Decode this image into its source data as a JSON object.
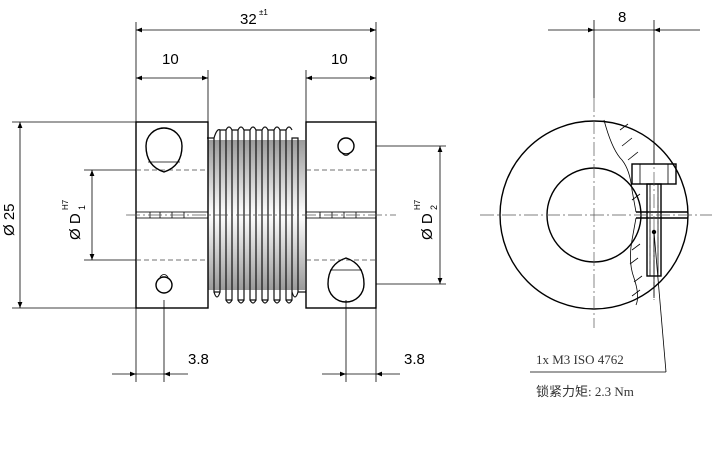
{
  "dimensions": {
    "overall_length": "32",
    "overall_tolerance": "±1",
    "hub_length_left": "10",
    "hub_length_right": "10",
    "outer_diameter": "Ø 25",
    "bore_left_symbol": "Ø D",
    "bore_left_sub": "1",
    "bore_left_fit": "H7",
    "bore_right_symbol": "Ø D",
    "bore_right_sub": "2",
    "bore_right_fit": "H7",
    "screw_offset_left": "3.8",
    "screw_offset_right": "3.8",
    "side_view_offset": "8"
  },
  "notes": {
    "screw_spec": "1x M3 ISO 4762",
    "torque": "锁紧力矩: 2.3 Nm"
  }
}
